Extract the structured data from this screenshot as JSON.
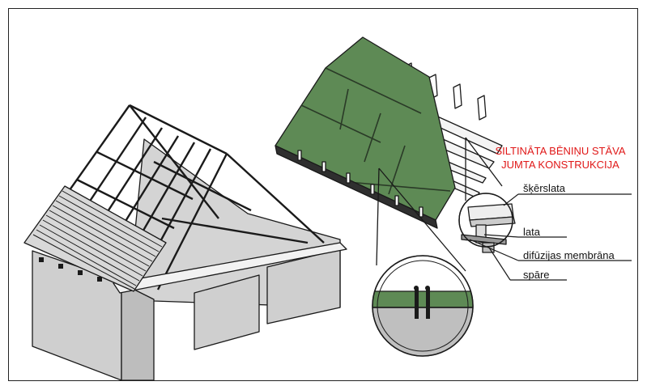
{
  "title": {
    "line1": "SILTINĀTA BĒNIŅU STĀVA",
    "line2": "JUMTA KONSTRUKCIJA"
  },
  "labels": {
    "counter_batten": "šķērslata",
    "batten": "lata",
    "membrane": "difūzijas membrāna",
    "rafter": "spāre"
  },
  "colors": {
    "panel_green": "#5e8a55",
    "wall_gray": "#cfcfcf",
    "title_red": "#e01818"
  }
}
